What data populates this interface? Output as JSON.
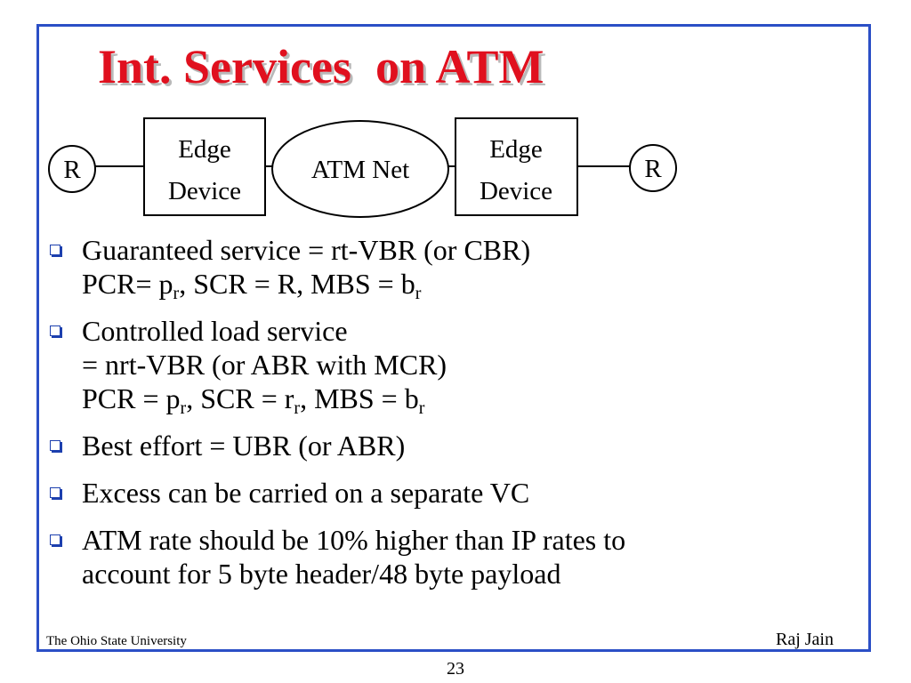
{
  "slide": {
    "title": "Int. Services  on ATM",
    "footer_left": "The Ohio State University",
    "footer_right": "Raj Jain",
    "page_number": "23"
  },
  "diagram": {
    "left_router": "R",
    "left_edge_line1": "Edge",
    "left_edge_line2": "Device",
    "network": "ATM Net",
    "right_edge_line1": "Edge",
    "right_edge_line2": "Device",
    "right_router": "R"
  },
  "bullets": [
    {
      "lines": [
        {
          "text": "Guaranteed service = rt-VBR (or CBR)"
        },
        {
          "p1": "PCR= p",
          "s1": "r",
          "p2": ", SCR = R, MBS = b",
          "s2": "r",
          "p3": ""
        }
      ]
    },
    {
      "lines": [
        {
          "text": "Controlled load service"
        },
        {
          "text": "= nrt-VBR (or ABR with MCR)"
        },
        {
          "p1": "PCR = p",
          "s1": "r",
          "p2": ", SCR = r",
          "s2": "r",
          "p3": ", MBS = b",
          "s3": "r"
        }
      ]
    },
    {
      "lines": [
        {
          "text": "Best effort = UBR (or ABR)"
        }
      ]
    },
    {
      "lines": [
        {
          "text": "Excess can be carried on a separate VC"
        }
      ]
    },
    {
      "lines": [
        {
          "text": "ATM rate should be 10% higher than IP rates to"
        },
        {
          "text": "account for 5 byte header/48 byte payload"
        }
      ]
    }
  ]
}
